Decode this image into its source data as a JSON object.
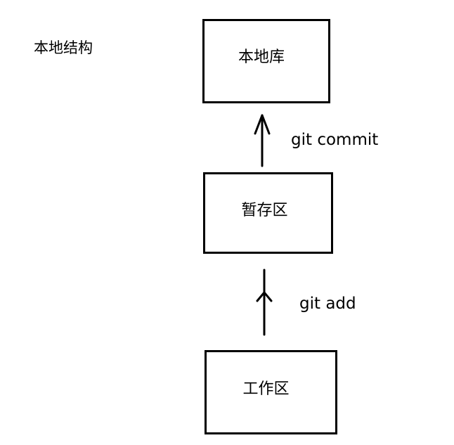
{
  "diagram": {
    "title": "本地结构",
    "nodes": {
      "local_repo": {
        "label": "本地库"
      },
      "staging": {
        "label": "暂存区"
      },
      "workdir": {
        "label": "工作区"
      }
    },
    "edges": [
      {
        "from": "workdir",
        "to": "staging",
        "label": "git add"
      },
      {
        "from": "staging",
        "to": "local_repo",
        "label": "git commit"
      }
    ],
    "colors": {
      "stroke": "#000000",
      "background": "#ffffff",
      "text": "#000000"
    }
  }
}
